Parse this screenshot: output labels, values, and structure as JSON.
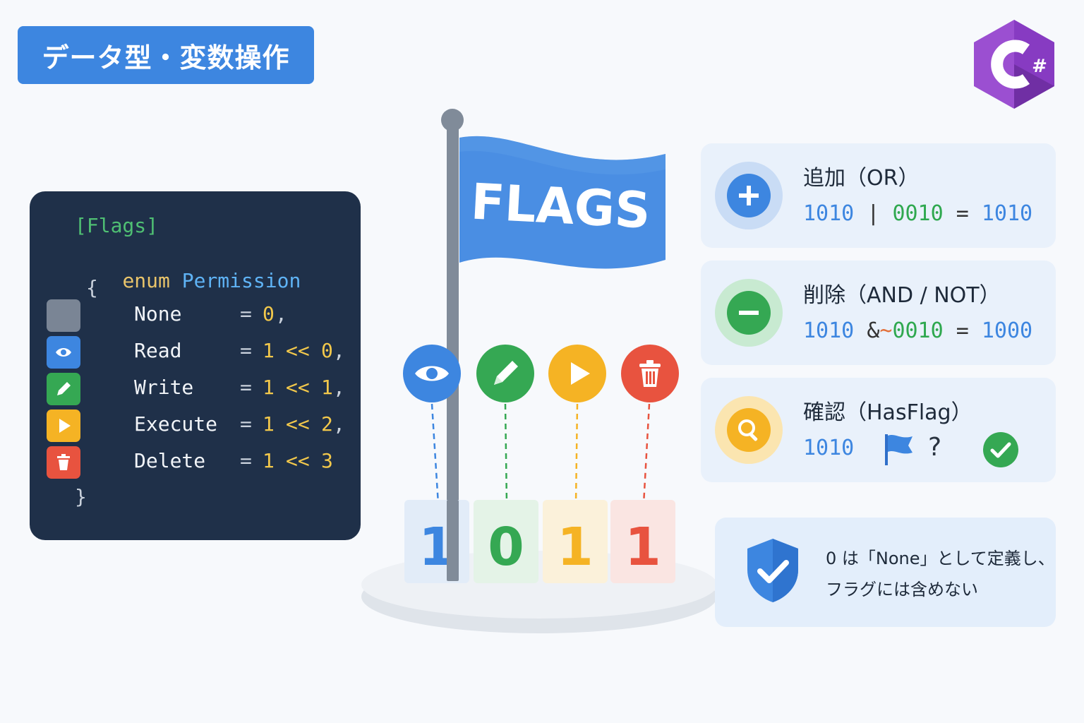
{
  "header": {
    "title": "データ型・変数操作",
    "logo_text": "#"
  },
  "code": {
    "attribute": "[Flags]",
    "keyword": "enum",
    "type_name": "Permission",
    "open_brace": "{",
    "close_brace": "}",
    "members": [
      {
        "name": "None",
        "eq": "=",
        "value": "0",
        "tail": ",",
        "icon": "empty-square-icon",
        "color": "#7a8595"
      },
      {
        "name": "Read",
        "eq": "=",
        "value": "1",
        "shift": "<<",
        "bit": "0",
        "tail": ",",
        "icon": "eye-icon",
        "color": "#3d86e0"
      },
      {
        "name": "Write",
        "eq": "=",
        "value": "1",
        "shift": "<<",
        "bit": "1",
        "tail": ",",
        "icon": "pencil-icon",
        "color": "#35a853"
      },
      {
        "name": "Execute",
        "eq": "=",
        "value": "1",
        "shift": "<<",
        "bit": "2",
        "tail": ",",
        "icon": "play-icon",
        "color": "#f5b324"
      },
      {
        "name": "Delete",
        "eq": "=",
        "value": "1",
        "shift": "<<",
        "bit": "3",
        "tail": "",
        "icon": "trash-icon",
        "color": "#e8533f"
      }
    ]
  },
  "flag": {
    "label": "FLAGS",
    "bits": [
      "1",
      "0",
      "1",
      "1"
    ],
    "bit_colors": [
      "#3d86e0",
      "#35a853",
      "#f5b324",
      "#e8533f"
    ],
    "icons": [
      "eye-icon",
      "pencil-icon",
      "play-icon",
      "trash-icon"
    ]
  },
  "operations": [
    {
      "title": "追加（OR）",
      "icon": "plus-icon",
      "color": "#3d86e0",
      "expr": {
        "a": "1010",
        "op": "|",
        "b": "0010",
        "eq": "=",
        "result": "1010"
      }
    },
    {
      "title": "削除（AND / NOT）",
      "icon": "minus-icon",
      "color": "#35a853",
      "expr": {
        "a": "1010",
        "op": "&",
        "tilde": "~",
        "b": "0010",
        "eq": "=",
        "result": "1000"
      }
    },
    {
      "title": "確認（HasFlag）",
      "icon": "magnifier-icon",
      "color": "#f5b324",
      "expr": {
        "a": "1010",
        "q": "?"
      }
    }
  ],
  "note": {
    "line1": "0 は「None」として定義し、",
    "line2": "フラグには含めない",
    "icon": "shield-check-icon"
  }
}
